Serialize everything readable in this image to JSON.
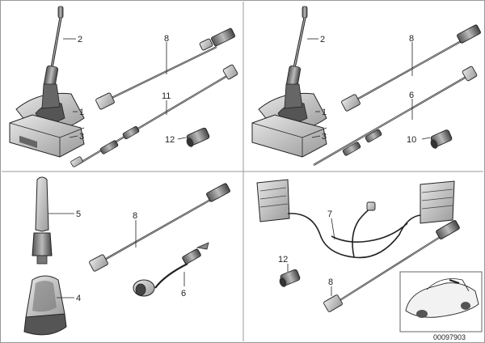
{
  "diagram": {
    "panels": [
      {
        "name": "panel-top-left",
        "labels": [
          "2",
          "1",
          "3",
          "8",
          "11",
          "12"
        ]
      },
      {
        "name": "panel-top-right",
        "labels": [
          "2",
          "1",
          "3",
          "8",
          "6",
          "10"
        ]
      },
      {
        "name": "panel-bottom-left",
        "labels": [
          "5",
          "4",
          "8",
          "6"
        ]
      },
      {
        "name": "panel-bottom-right",
        "labels": [
          "7",
          "12",
          "8"
        ]
      }
    ],
    "diagram_code": "00097903",
    "colors": {
      "line": "#222222",
      "shade": "#bdbdbd",
      "dark": "#4a4a4a"
    }
  }
}
